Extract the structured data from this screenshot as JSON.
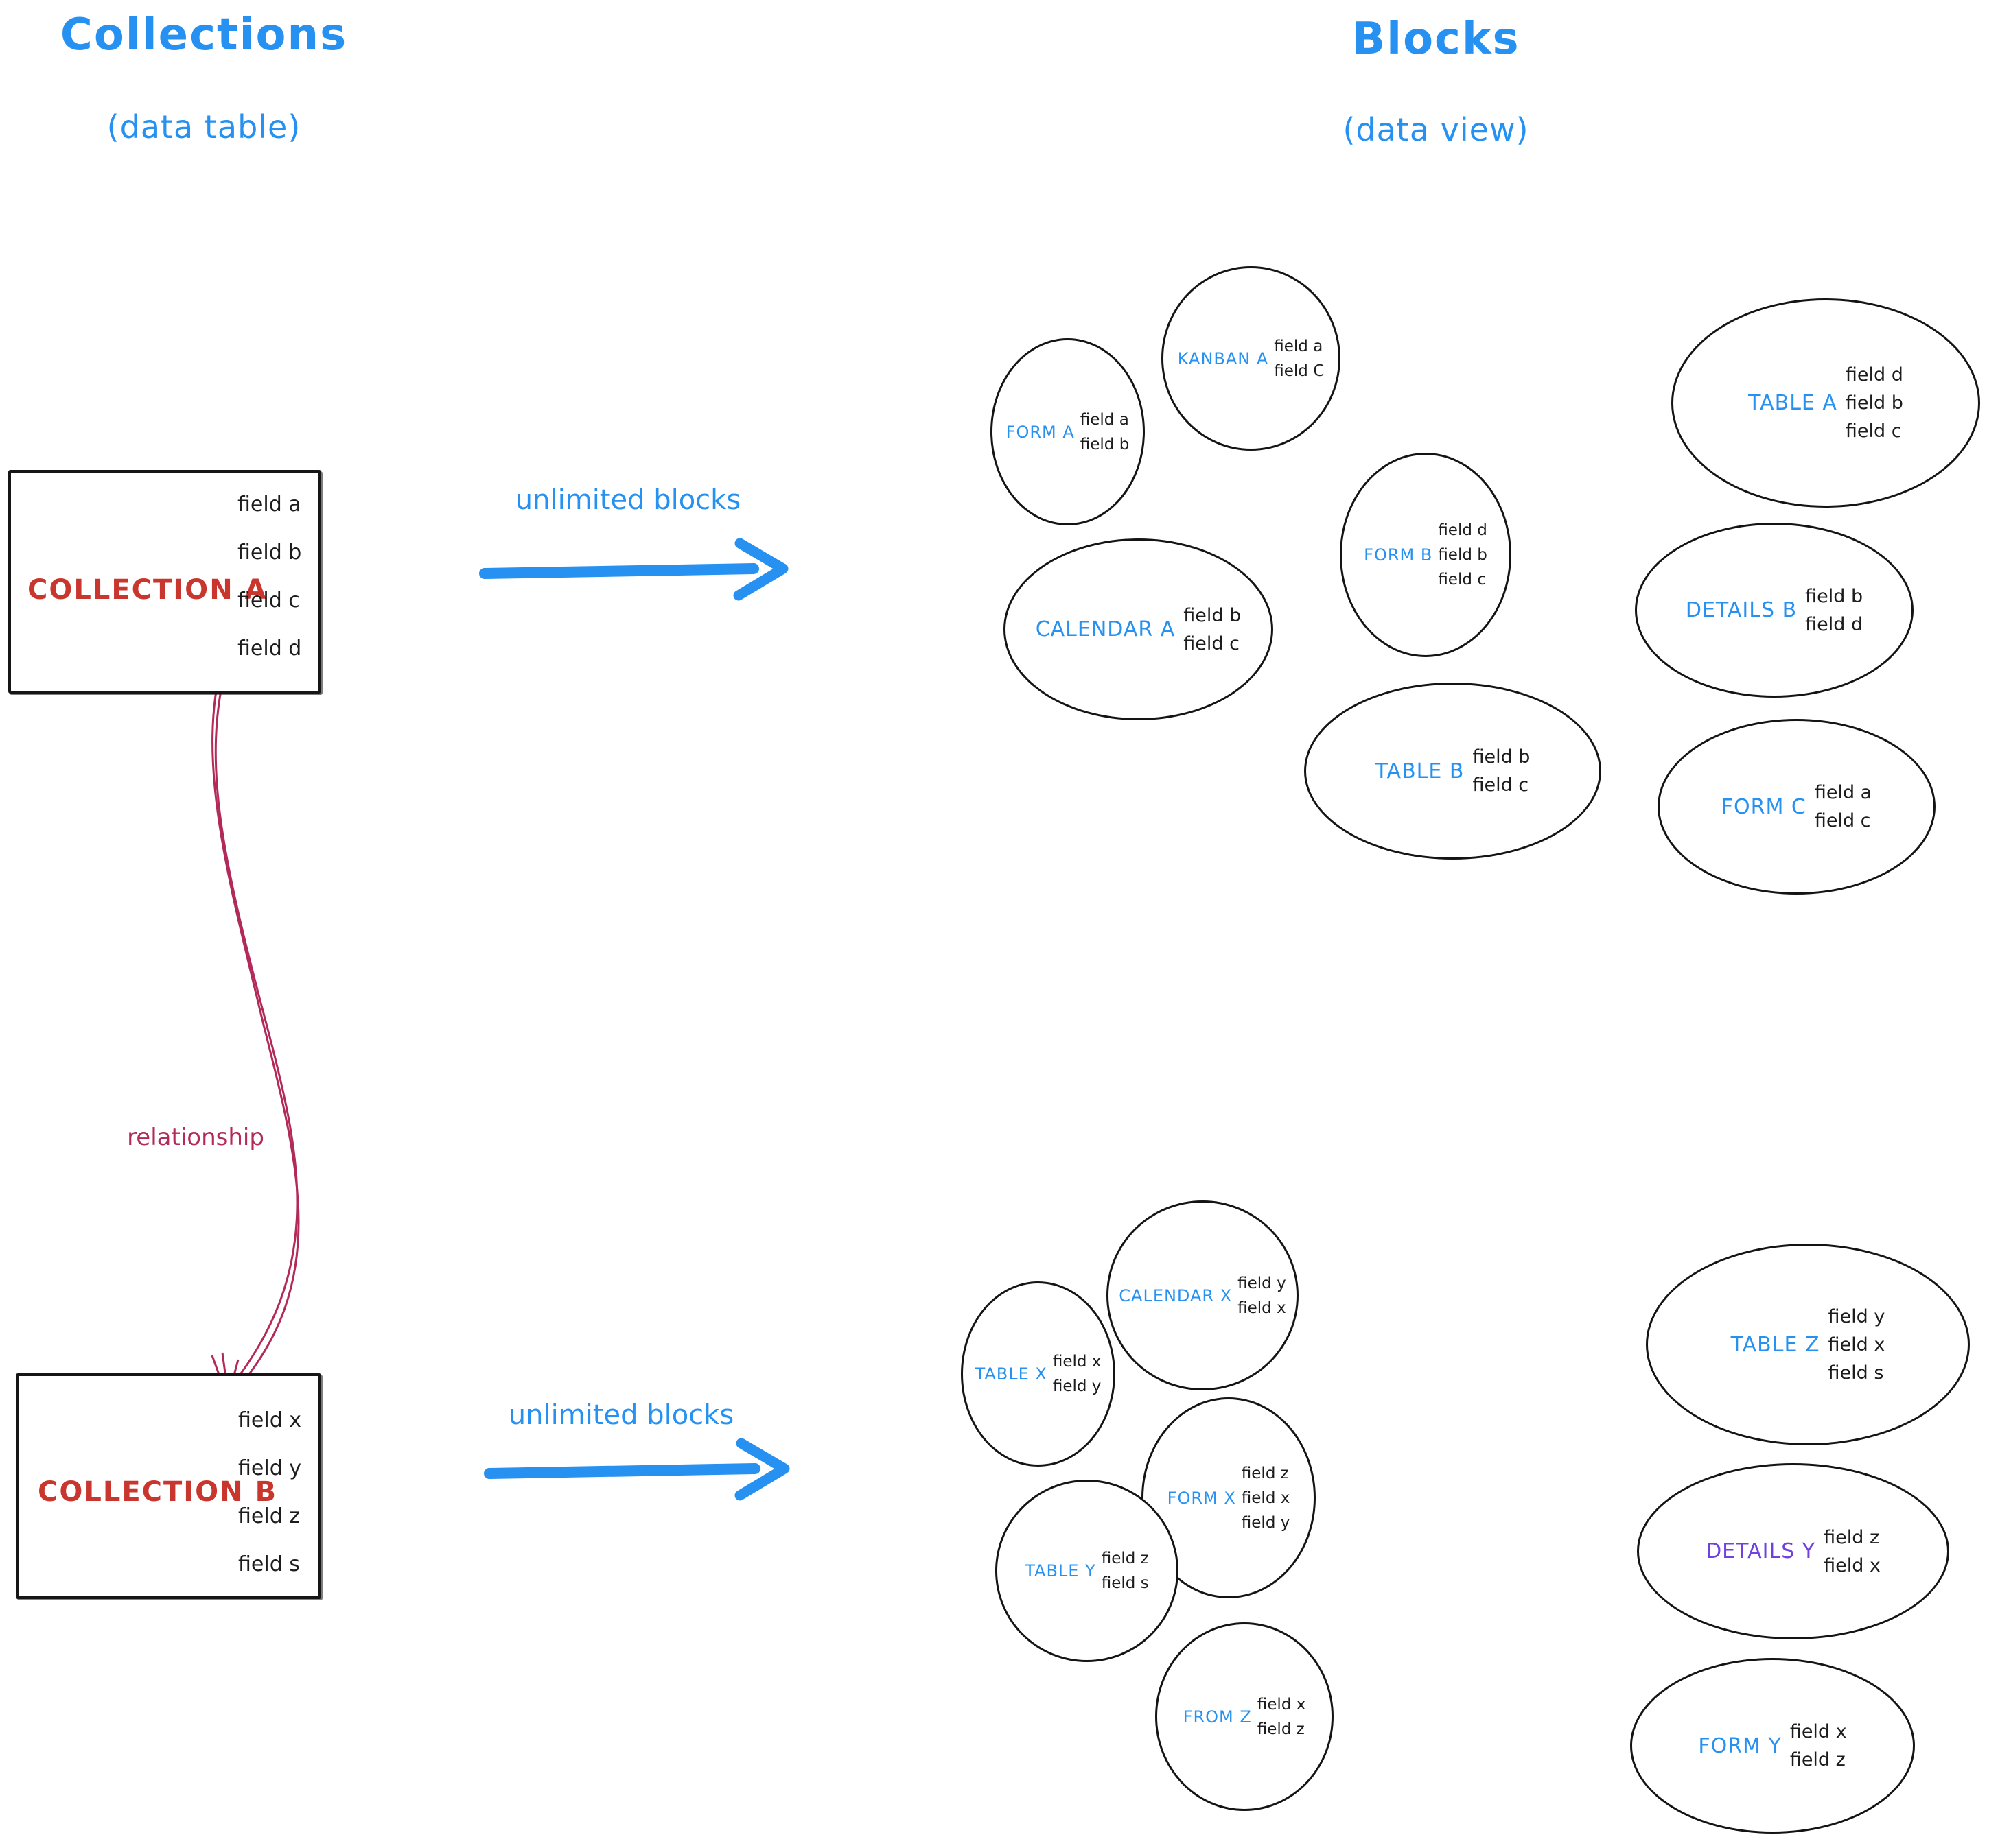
{
  "diagram": {
    "collections_column": {
      "title": "Collections",
      "subtitle": "(data table)",
      "relationship_label": "relationship",
      "collections": [
        {
          "name": "COLLECTION A",
          "fields": [
            "field a",
            "field b",
            "field c",
            "field d"
          ]
        },
        {
          "name": "COLLECTION B",
          "fields": [
            "field x",
            "field y",
            "field z",
            "field s"
          ]
        }
      ]
    },
    "blocks_column": {
      "title": "Blocks",
      "subtitle": "(data view)",
      "arrows": [
        {
          "label": "unlimited blocks"
        },
        {
          "label": "unlimited blocks"
        }
      ],
      "collection_a_blocks": [
        {
          "label": "FORM A",
          "fields": [
            "field a",
            "field b"
          ]
        },
        {
          "label": "KANBAN A",
          "fields": [
            "field a",
            "field C"
          ]
        },
        {
          "label": "TABLE A",
          "fields": [
            "field d",
            "field b",
            "field c"
          ]
        },
        {
          "label": "CALENDAR A",
          "fields": [
            "field b",
            "field c"
          ]
        },
        {
          "label": "FORM B",
          "fields": [
            "field d",
            "field b",
            "field c"
          ]
        },
        {
          "label": "DETAILS B",
          "fields": [
            "field b",
            "field d"
          ]
        },
        {
          "label": "TABLE B",
          "fields": [
            "field b",
            "field c"
          ]
        },
        {
          "label": "FORM C",
          "fields": [
            "field a",
            "field c"
          ]
        }
      ],
      "collection_b_blocks": [
        {
          "label": "TABLE X",
          "fields": [
            "field x",
            "field y"
          ]
        },
        {
          "label": "CALENDAR X",
          "fields": [
            "field y",
            "field x"
          ]
        },
        {
          "label": "TABLE Z",
          "fields": [
            "field y",
            "field x",
            "field s"
          ]
        },
        {
          "label": "FORM X",
          "fields": [
            "field z",
            "field x",
            "field y"
          ]
        },
        {
          "label": "TABLE Y",
          "fields": [
            "field z",
            "field s"
          ]
        },
        {
          "label": "DETAILS Y",
          "fields": [
            "field z",
            "field x"
          ]
        },
        {
          "label": "FROM Z",
          "fields": [
            "field x",
            "field z"
          ]
        },
        {
          "label": "FORM Y",
          "fields": [
            "field x",
            "field z"
          ]
        }
      ]
    },
    "colors": {
      "blue": "#2691f0",
      "red": "#c8362e",
      "crimson": "#b2295a",
      "purple": "#7040e0",
      "ink": "#1c1c1c"
    }
  }
}
